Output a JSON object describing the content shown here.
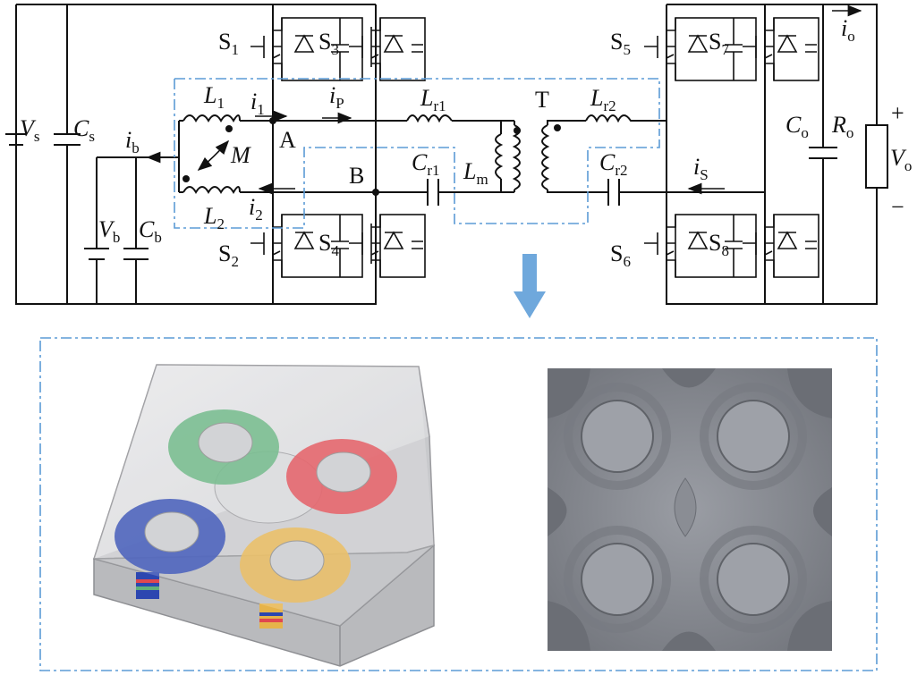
{
  "labels": {
    "vs": {
      "main": "V",
      "sub": "s"
    },
    "cs": {
      "main": "C",
      "sub": "s"
    },
    "ib": {
      "main": "i",
      "sub": "b"
    },
    "vb": {
      "main": "V",
      "sub": "b"
    },
    "cb": {
      "main": "C",
      "sub": "b"
    },
    "l1": {
      "main": "L",
      "sub": "1"
    },
    "l2": {
      "main": "L",
      "sub": "2"
    },
    "i1": {
      "main": "i",
      "sub": "1"
    },
    "i2": {
      "main": "i",
      "sub": "2"
    },
    "m": "M",
    "a": "A",
    "b": "B",
    "ip": {
      "main": "i",
      "sub": "P"
    },
    "lr1": {
      "main": "L",
      "sub": "r1"
    },
    "cr1": {
      "main": "C",
      "sub": "r1"
    },
    "lm": {
      "main": "L",
      "sub": "m"
    },
    "t": "T",
    "lr2": {
      "main": "L",
      "sub": "r2"
    },
    "cr2": {
      "main": "C",
      "sub": "r2"
    },
    "is": {
      "main": "i",
      "sub": "S"
    },
    "io": {
      "main": "i",
      "sub": "o"
    },
    "co": {
      "main": "C",
      "sub": "o"
    },
    "ro": {
      "main": "R",
      "sub": "o"
    },
    "vo": {
      "main": "V",
      "sub": "o"
    },
    "plus": "+",
    "minus": "−",
    "s1": {
      "main": "S",
      "sub": "1"
    },
    "s2": {
      "main": "S",
      "sub": "2"
    },
    "s3": {
      "main": "S",
      "sub": "3"
    },
    "s4": {
      "main": "S",
      "sub": "4"
    },
    "s5": {
      "main": "S",
      "sub": "5"
    },
    "s6": {
      "main": "S",
      "sub": "6"
    },
    "s7": {
      "main": "S",
      "sub": "7"
    },
    "s8": {
      "main": "S",
      "sub": "8"
    }
  },
  "colors": {
    "dash_box": "#5b9bd5",
    "down_arrow": "#6fa8dc",
    "coil_green": "#5fb07a",
    "coil_red": "#e0474f",
    "coil_blue": "#2c46b0",
    "coil_yellow": "#e6b34a"
  },
  "icons": {
    "down_arrow": "arrow-down-icon",
    "render": "coupled-inductor-3d-model-icon",
    "photo": "magnetic-core-photo-icon"
  }
}
